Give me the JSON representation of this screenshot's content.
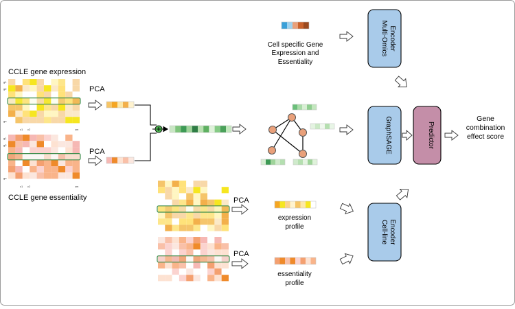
{
  "labels": {
    "expression_title": "CCLE gene expression",
    "essentiality_title": "CCLE gene essentiality",
    "pca": "PCA",
    "cell_specific_line1": "Cell specific Gene",
    "cell_specific_line2": "Expression and",
    "cell_specific_line3": "Essentiality",
    "expression_profile_line1": "expression",
    "expression_profile_line2": "profile",
    "essentiality_profile_line1": "essentiality",
    "essentiality_profile_line2": "profile",
    "output_line1": "Gene",
    "output_line2": "combination",
    "output_line3": "effect score"
  },
  "modules": {
    "multi_omics_line1": "Multi-Omics",
    "multi_omics_line2": "Encoder",
    "graphsage": "GraphSAGE",
    "predictor": "Predictor",
    "cell_line_line1": "Cell-line",
    "cell_line_line2": "Encoder"
  },
  "axis_tags": {
    "g1": "g1",
    "g2": "g2",
    "gn": "gn",
    "c1": "c1",
    "c2": "c2",
    "cm": "cm",
    "dot": "."
  },
  "colors": {
    "module_blue": "#a9cbea",
    "predictor_purple": "#c48ea8",
    "expression_yellow": "#f2e21a",
    "expression_orange": "#f5a623",
    "essentiality_orange": "#ef8a2a",
    "essentiality_pink": "#f6b8b4",
    "graph_node": "#e9a07a",
    "graph_green": "#3d9a55",
    "row_highlight": "#3e8e4d"
  }
}
